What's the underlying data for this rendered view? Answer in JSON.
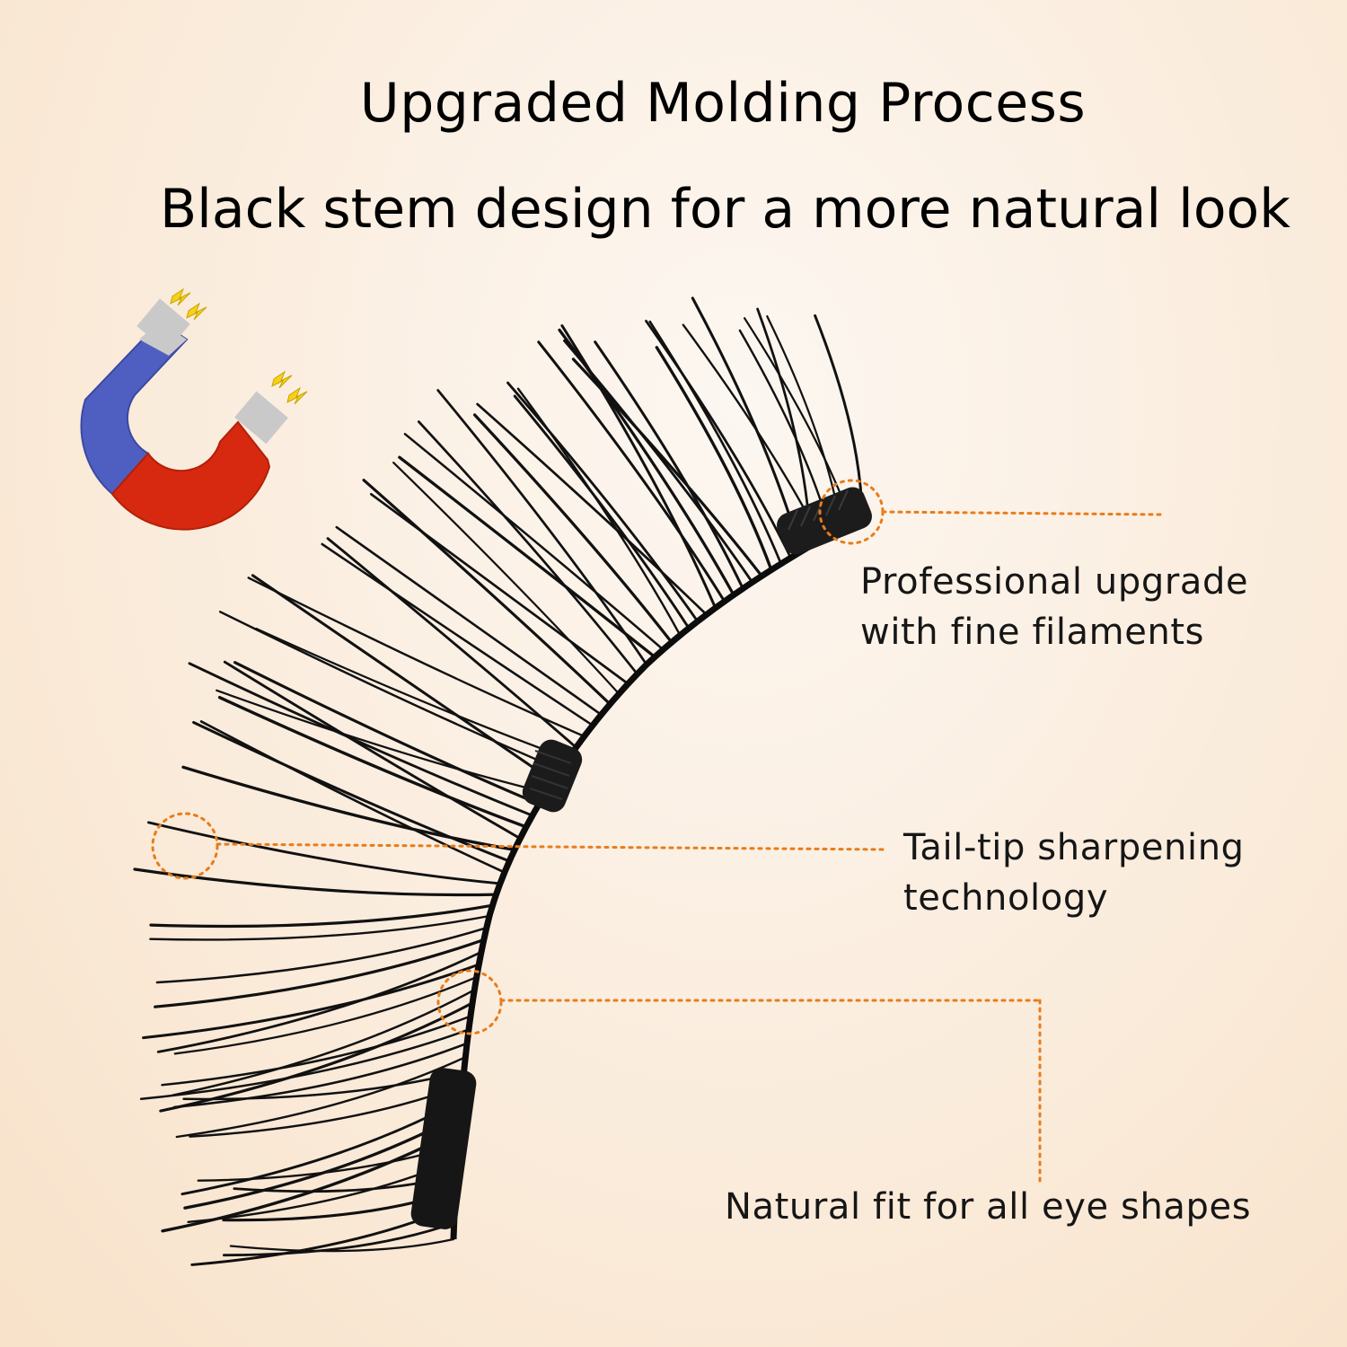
{
  "headline": {
    "line1": "Upgraded Molding Process",
    "line2": "Black stem design for a more natural look"
  },
  "callouts": [
    {
      "lines": [
        "Professional upgrade",
        "with fine filaments"
      ]
    },
    {
      "lines": [
        "Tail-tip sharpening",
        "technology"
      ]
    },
    {
      "lines": [
        "Natural fit for all eye shapes"
      ]
    }
  ],
  "colors": {
    "callout_line": "#e87c1a",
    "magnet_blue": "#4f5fc1",
    "magnet_red": "#d6290f",
    "magnet_pole": "#c9c9c9",
    "spark": "#f5d21a",
    "lash": "#111111"
  },
  "icons": [
    "horseshoe-magnet-icon",
    "lightning-spark-icon"
  ]
}
